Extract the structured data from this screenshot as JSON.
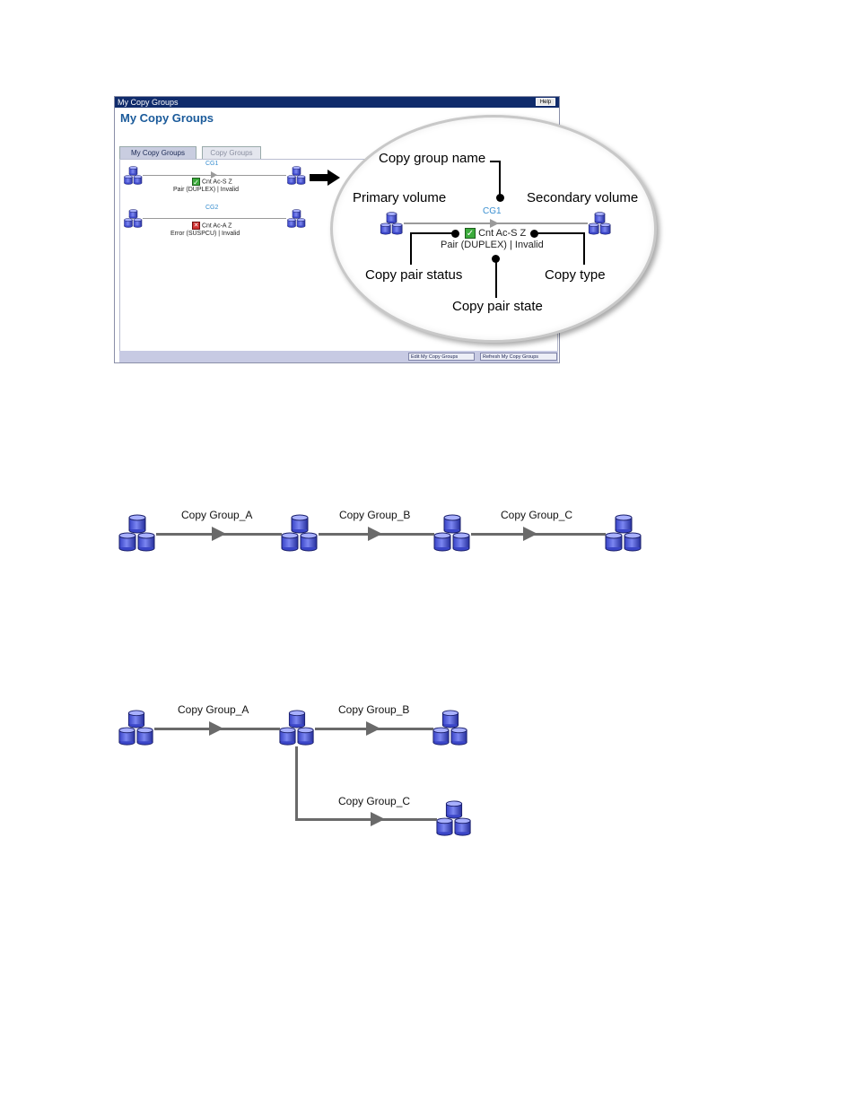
{
  "window": {
    "title": "My Copy Groups",
    "help_label": "Help"
  },
  "page_title": "My Copy Groups",
  "tabs": [
    {
      "label": "My Copy Groups",
      "active": true
    },
    {
      "label": "Copy Groups",
      "active": false
    }
  ],
  "copy_groups": [
    {
      "name": "CG1",
      "status_icon": "check-icon",
      "copy_type": "Cnt Ac-S Z",
      "state": "Pair (DUPLEX) | Invalid"
    },
    {
      "name": "CG2",
      "status_icon": "error-icon",
      "copy_type": "Cnt Ac-A Z",
      "state": "Error (SUSPCU) | Invalid"
    }
  ],
  "footer": {
    "edit_label": "Edit My Copy Groups",
    "refresh_label": "Refresh My Copy Groups"
  },
  "magnifier": {
    "group_name": "CG1",
    "copy_type": "Cnt Ac-S Z",
    "state": "Pair (DUPLEX) | Invalid",
    "callouts": {
      "copy_group_name": "Copy group name",
      "primary_volume": "Primary volume",
      "secondary_volume": "Secondary volume",
      "copy_pair_status": "Copy pair status",
      "copy_type": "Copy type",
      "copy_pair_state": "Copy pair state"
    }
  },
  "cascade_diagram": {
    "labels": [
      "Copy Group_A",
      "Copy Group_B",
      "Copy Group_C"
    ]
  },
  "branch_diagram": {
    "labels": [
      "Copy Group_A",
      "Copy Group_B",
      "Copy Group_C"
    ]
  },
  "colors": {
    "titlebar": "#0f2b6b",
    "title_text": "#1a5a9a",
    "volume_fill": "#5a66e0",
    "volume_top": "#9aa3f5",
    "line": "#6a6a6a"
  }
}
